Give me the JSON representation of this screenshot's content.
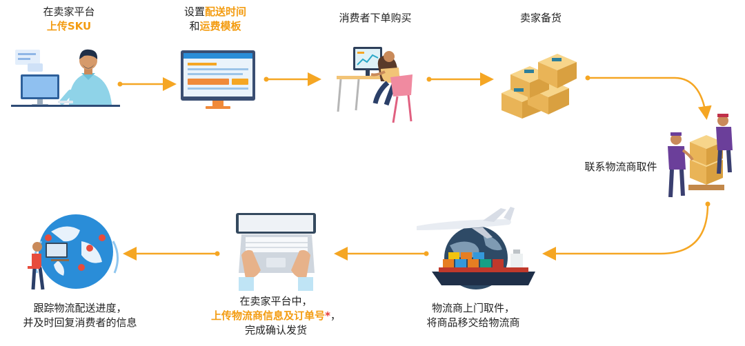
{
  "colors": {
    "accent": "#f39c12",
    "arrow": "#f5a623",
    "star": "#e53935",
    "text": "#222222"
  },
  "steps": [
    {
      "id": "s1",
      "icon": "person-at-computer-icon",
      "lines": [
        {
          "parts": [
            {
              "text": "在卖家平台",
              "hl": false
            }
          ]
        },
        {
          "parts": [
            {
              "text": "上传SKU",
              "hl": true
            }
          ]
        }
      ]
    },
    {
      "id": "s2",
      "icon": "monitor-template-icon",
      "lines": [
        {
          "parts": [
            {
              "text": "设置",
              "hl": false
            },
            {
              "text": "配送时间",
              "hl": true
            }
          ]
        },
        {
          "parts": [
            {
              "text": "和",
              "hl": false
            },
            {
              "text": "运费模板",
              "hl": true
            }
          ]
        }
      ]
    },
    {
      "id": "s3",
      "icon": "shopper-at-desk-icon",
      "lines": [
        {
          "parts": [
            {
              "text": "消费者下单购买",
              "hl": false
            }
          ]
        }
      ]
    },
    {
      "id": "s4",
      "icon": "stacked-boxes-icon",
      "lines": [
        {
          "parts": [
            {
              "text": "卖家备货",
              "hl": false
            }
          ]
        }
      ]
    },
    {
      "id": "s5",
      "icon": "courier-workers-icon",
      "lines": [
        {
          "parts": [
            {
              "text": "联系物流商取件",
              "hl": false
            }
          ]
        }
      ]
    },
    {
      "id": "s6",
      "icon": "plane-ship-globe-icon",
      "lines": [
        {
          "parts": [
            {
              "text": "物流商上门取件，",
              "hl": false
            }
          ]
        },
        {
          "parts": [
            {
              "text": "将商品移交给物流商",
              "hl": false
            }
          ]
        }
      ]
    },
    {
      "id": "s7",
      "icon": "laptop-typing-icon",
      "lines": [
        {
          "parts": [
            {
              "text": "在卖家平台中，",
              "hl": false
            }
          ]
        },
        {
          "parts": [
            {
              "text": "上传物流商信息及订单号",
              "hl": true
            },
            {
              "text": "*",
              "star": true
            },
            {
              "text": "，",
              "hl": false
            }
          ]
        },
        {
          "parts": [
            {
              "text": "完成确认发货",
              "hl": false
            }
          ]
        }
      ]
    },
    {
      "id": "s8",
      "icon": "globe-tracking-icon",
      "lines": [
        {
          "parts": [
            {
              "text": "跟踪物流配送进度，",
              "hl": false
            }
          ]
        },
        {
          "parts": [
            {
              "text": "并及时回复消费者的信息",
              "hl": false
            }
          ]
        }
      ]
    }
  ]
}
